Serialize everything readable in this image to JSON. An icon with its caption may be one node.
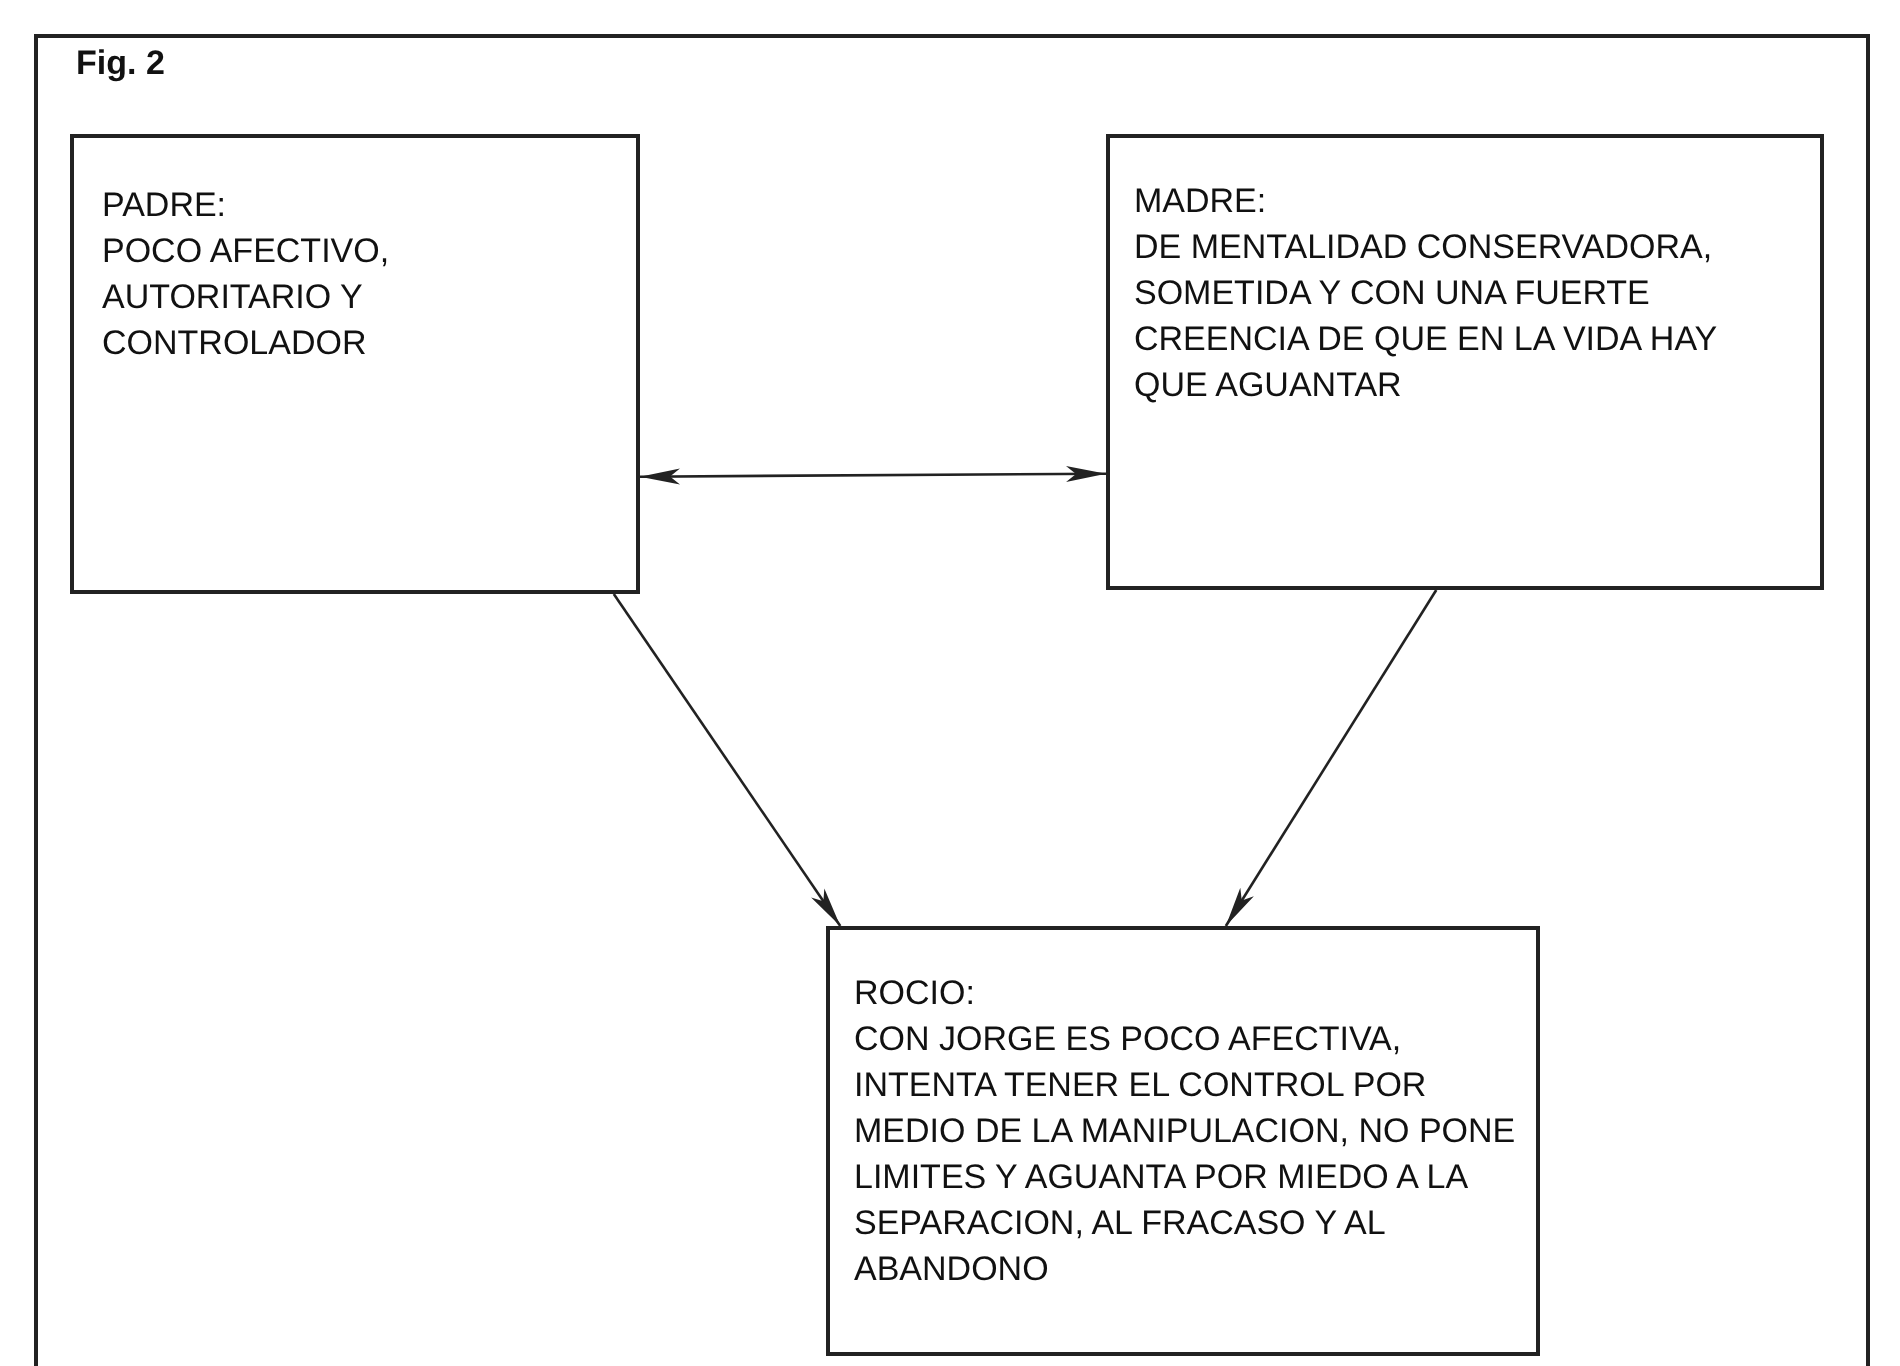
{
  "diagram": {
    "title": "Fig. 2",
    "nodes": [
      {
        "text": [
          "PADRE:",
          "POCO AFECTIVO, AUTORITARIO Y CONTROLADOR"
        ]
      },
      {
        "text": [
          "MADRE:",
          "DE MENTALIDAD CONSERVADORA, SOMETIDA Y CON UNA FUERTE CREENCIA DE QUE EN LA VIDA HAY QUE AGUANTAR"
        ]
      },
      {
        "text": [
          "ROCIO:",
          "CON JORGE ES POCO AFECTIVA, INTENTA TENER EL CONTROL POR MEDIO DE LA MANIPULACION, NO PONE LIMITES Y AGUANTA POR MIEDO A LA SEPARACION, AL FRACASO Y AL ABANDONO"
        ]
      }
    ],
    "edges": [
      {
        "from": 0,
        "to": 1,
        "arrow": "both"
      },
      {
        "from": 0,
        "to": 2,
        "arrow": "to"
      },
      {
        "from": 1,
        "to": 2,
        "arrow": "to"
      }
    ]
  }
}
